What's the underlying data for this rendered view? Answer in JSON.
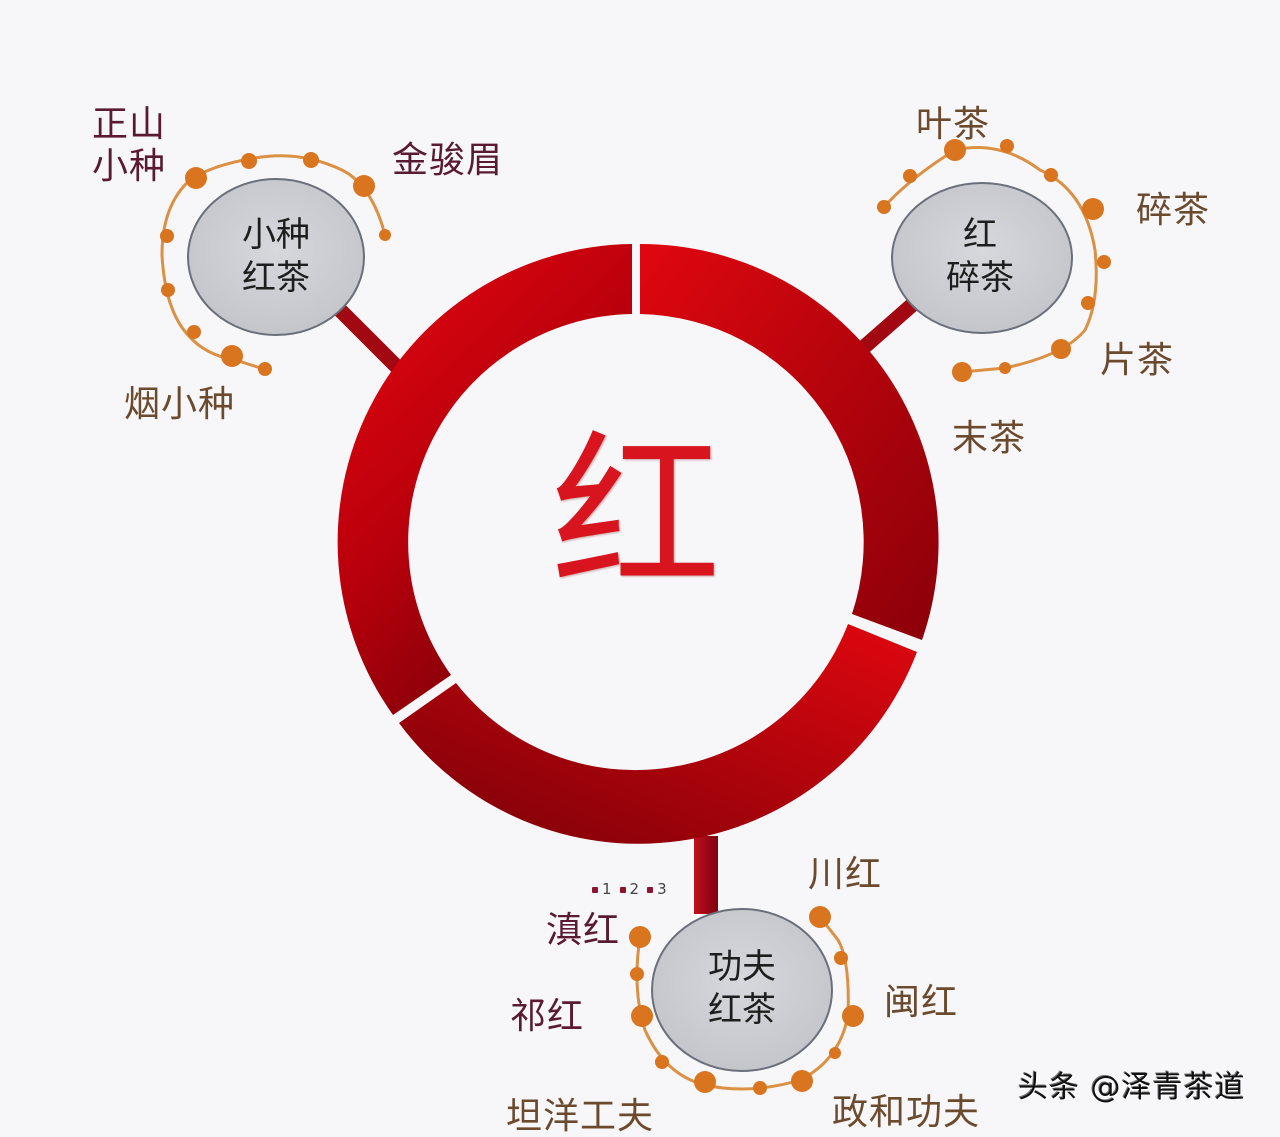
{
  "diagram": {
    "center": {
      "label": "红"
    },
    "colors": {
      "ring_light": "#e0070f",
      "ring_dark": "#7a0008",
      "node_fill": "#c9cbd0",
      "node_stroke": "#6a6f7a",
      "bead": "#d9741f",
      "bead_line": "#d98a3a",
      "label_maroon": "#5a1a34",
      "label_brown": "#6b4a2e"
    },
    "nodes": [
      {
        "id": "xiaozhong",
        "title": "小种\n红茶",
        "subtypes": [
          "正山\n小种",
          "金骏眉",
          "烟小种"
        ]
      },
      {
        "id": "suicha",
        "title": "红\n碎茶",
        "subtypes": [
          "叶茶",
          "碎茶",
          "片茶",
          "末茶"
        ]
      },
      {
        "id": "gongfu",
        "title": "功夫\n红茶",
        "subtypes": [
          "川红",
          "滇红",
          "祁红",
          "闽红",
          "坦洋工夫",
          "政和功夫"
        ]
      }
    ],
    "legend": [
      "1",
      "2",
      "3"
    ]
  },
  "watermark": "头条 @泽青茶道"
}
